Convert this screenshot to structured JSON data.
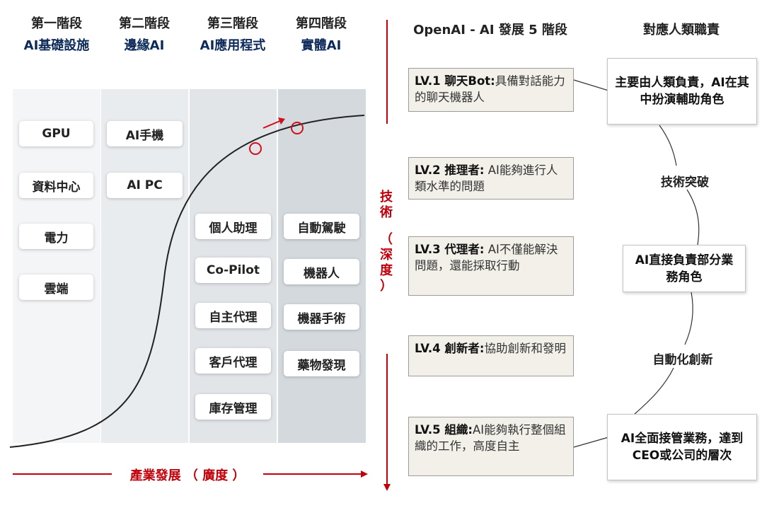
{
  "stages": [
    {
      "num": "第一階段",
      "name": "AI基礎設施",
      "items": [
        "GPU",
        "資料中心",
        "電力",
        "雲端"
      ]
    },
    {
      "num": "第二階段",
      "name": "邊緣AI",
      "items": [
        "AI手機",
        "AI PC"
      ]
    },
    {
      "num": "第三階段",
      "name": "AI應用程式",
      "items": [
        "個人助理",
        "Co-Pilot",
        "自主代理",
        "客戶代理",
        "庫存管理"
      ]
    },
    {
      "num": "第四階段",
      "name": "實體AI",
      "items": [
        "自動駕駛",
        "機器人",
        "機器手術",
        "藥物發現"
      ]
    }
  ],
  "axes": {
    "x_label": "產業發展 （ 廣度 ）",
    "y_label_chars": [
      "技",
      "術",
      "（",
      "深",
      "度",
      "）"
    ]
  },
  "openai": {
    "title": "OpenAI - AI 發展 5 階段",
    "levels": [
      {
        "head": "LV.1 聊天Bot:",
        "text": "具備對話能力的聊天機器人"
      },
      {
        "head": "LV.2 推理者:",
        "text": " AI能夠進行人類水準的問題"
      },
      {
        "head": "LV.3 代理者:",
        "text": " AI不僅能解決問題，還能採取行動"
      },
      {
        "head": "LV.4 創新者:",
        "text": "協助創新和發明"
      },
      {
        "head": "LV.5 組織:",
        "text": "AI能夠執行整個組織的工作，高度自主"
      }
    ]
  },
  "responsibility": {
    "title": "對應人類職責",
    "boxes": [
      "主要由人類負責，AI在其中扮演輔助角色",
      "AI直接負責部分業務角色",
      "AI全面接管業務，達到CEO或公司的層次"
    ],
    "arc_labels": [
      "技術突破",
      "自動化創新"
    ]
  },
  "colors": {
    "accent_red": "#c0000a",
    "stage_name_blue": "#0b2a5a",
    "level_box_bg": "#f3f0ea"
  }
}
